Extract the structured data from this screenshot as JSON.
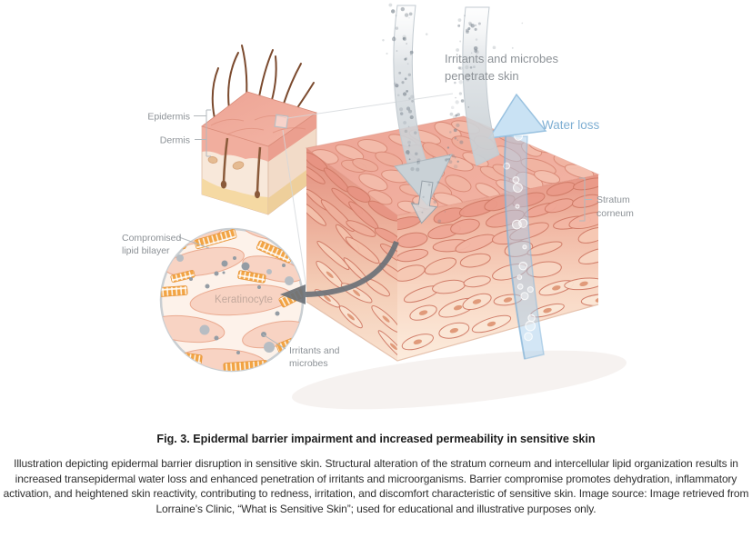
{
  "figure": {
    "labels": {
      "penetrate_line1": "Irritants and microbes",
      "penetrate_line2": "penetrate skin",
      "water_loss": "Water loss",
      "stratum_line1": "Stratum",
      "stratum_line2": "corneum",
      "epidermis": "Epidermis",
      "dermis": "Dermis",
      "compromised_line1": "Compromised",
      "compromised_line2": "lipid bilayer",
      "keratinocyte": "Keratinocyte",
      "irritants_line1": "Irritants and",
      "irritants_line2": "microbes"
    },
    "colors": {
      "water_loss_blue": "#7fafd3",
      "label_gray": "#8d9297",
      "lipid_orange": "#f2a444",
      "skin_pink": "#f2b3a3",
      "arrow_gray": "#6b7177"
    }
  },
  "caption": {
    "title": "Fig. 3. Epidermal barrier impairment and increased permeability in sensitive skin",
    "body": "Illustration depicting epidermal barrier disruption in sensitive skin. Structural alteration of the stratum corneum and intercellular lipid organization results in increased transepidermal water loss and enhanced penetration of irritants and microorganisms. Barrier compromise promotes dehydration, inflammatory activation, and heightened skin reactivity, contributing to redness, irritation, and discomfort characteristic of sensitive skin. Image source: Image retrieved from Lorraine’s Clinic, “What is Sensitive Skin”; used for educational and illustrative purposes only."
  }
}
